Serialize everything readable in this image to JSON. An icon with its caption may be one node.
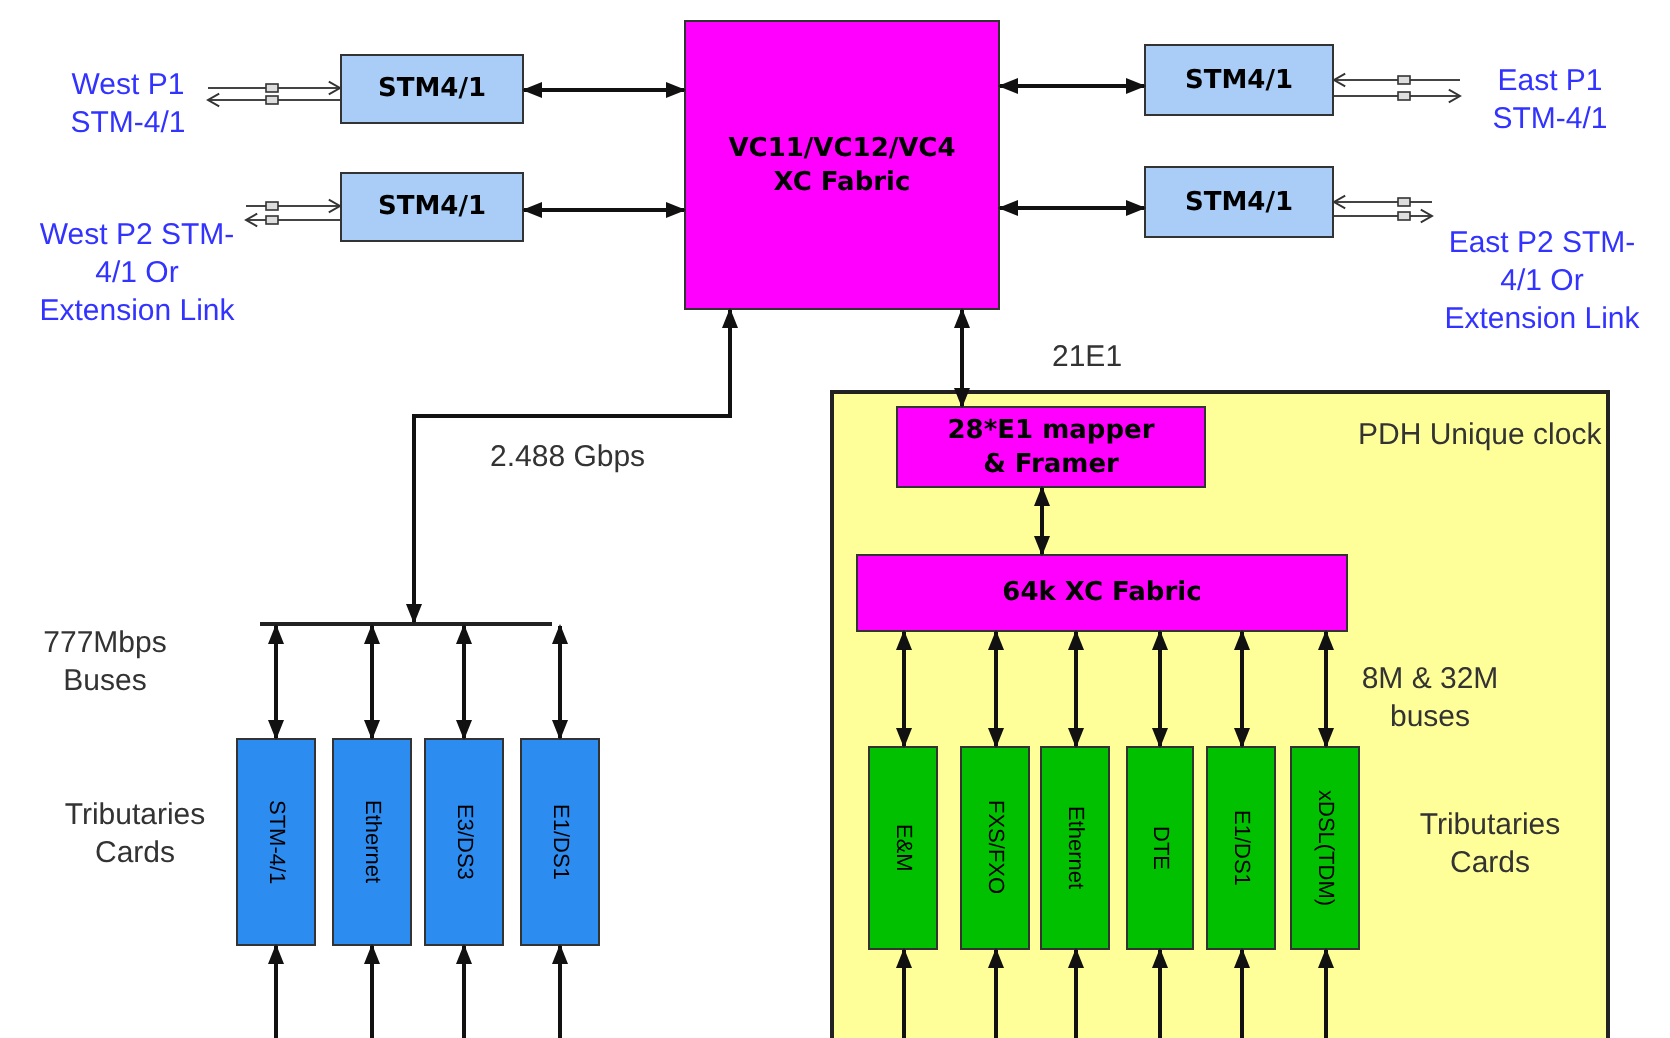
{
  "diagram": {
    "nodes": [
      {
        "text": [
          "West P1 STM-4/1"
        ]
      },
      {
        "text": [
          "West P2 STM-4/1 Or Extension Link"
        ]
      },
      {
        "text": [
          "STM4/1"
        ]
      },
      {
        "text": [
          "STM4/1"
        ]
      },
      {
        "text": [
          "VC11/VC12/VC4 XC Fabric"
        ]
      },
      {
        "text": [
          "STM4/1"
        ]
      },
      {
        "text": [
          "STM4/1"
        ]
      },
      {
        "text": [
          "East P1 STM-4/1"
        ]
      },
      {
        "text": [
          "East P2 STM-4/1 Or Extension Link"
        ]
      },
      {
        "text": [
          "PDH Unique clock"
        ]
      },
      {
        "text": [
          "28*E1 mapper & Framer"
        ],
        "in": 9
      },
      {
        "text": [
          "64k XC Fabric"
        ],
        "in": 9
      },
      {
        "text": [
          "E&M"
        ],
        "in": 9
      },
      {
        "text": [
          "FXS/FXO"
        ],
        "in": 9
      },
      {
        "text": [
          "Ethernet"
        ],
        "in": 9
      },
      {
        "text": [
          "DTE"
        ],
        "in": 9
      },
      {
        "text": [
          "E1/DS1"
        ],
        "in": 9
      },
      {
        "text": [
          "xDSL(TDM)"
        ],
        "in": 9
      },
      {
        "text": [
          "STM-4/1"
        ]
      },
      {
        "text": [
          "Ethernet"
        ]
      },
      {
        "text": [
          "E3/DS3"
        ]
      },
      {
        "text": [
          "E1/DS1"
        ]
      },
      {
        "text": [],
        "shape": "bar",
        "beside": [
          "777Mbps Buses"
        ]
      }
    ],
    "edges": [
      {
        "from": 0,
        "to": 2,
        "arrow": "to"
      },
      {
        "from": 2,
        "to": 0,
        "arrow": "to"
      },
      {
        "from": 1,
        "to": 3,
        "arrow": "to"
      },
      {
        "from": 3,
        "to": 1,
        "arrow": "to"
      },
      {
        "from": 2,
        "to": 4,
        "arrow": "both"
      },
      {
        "from": 3,
        "to": 4,
        "arrow": "both"
      },
      {
        "from": 4,
        "to": 5,
        "arrow": "both"
      },
      {
        "from": 4,
        "to": 6,
        "arrow": "both"
      },
      {
        "from": 7,
        "to": 5,
        "arrow": "to"
      },
      {
        "from": 5,
        "to": 7,
        "arrow": "to"
      },
      {
        "from": 8,
        "to": 6,
        "arrow": "to"
      },
      {
        "from": 6,
        "to": 8,
        "arrow": "to"
      },
      {
        "from": 4,
        "to": 22,
        "arrow": "both",
        "label": "2.488 Gbps"
      },
      {
        "from": 4,
        "to": 10,
        "arrow": "both",
        "label": "21E1"
      },
      {
        "from": 10,
        "to": 11,
        "arrow": "both"
      },
      {
        "from": 11,
        "to": 12,
        "arrow": "both"
      },
      {
        "from": 11,
        "to": 13,
        "arrow": "both"
      },
      {
        "from": 11,
        "to": 14,
        "arrow": "both"
      },
      {
        "from": 11,
        "to": 15,
        "arrow": "both"
      },
      {
        "from": 11,
        "to": 16,
        "arrow": "both"
      },
      {
        "from": 11,
        "to": 17,
        "arrow": "both"
      },
      {
        "from": 22,
        "to": 18,
        "arrow": "both"
      },
      {
        "from": 22,
        "to": 19,
        "arrow": "both"
      },
      {
        "from": 22,
        "to": 20,
        "arrow": "both"
      },
      {
        "from": 22,
        "to": 21,
        "arrow": "both"
      },
      {
        "from": 12,
        "to": null,
        "arrow": "both"
      },
      {
        "from": 13,
        "to": null,
        "arrow": "both"
      },
      {
        "from": 14,
        "to": null,
        "arrow": "both"
      },
      {
        "from": 15,
        "to": null,
        "arrow": "both"
      },
      {
        "from": 16,
        "to": null,
        "arrow": "both"
      },
      {
        "from": 17,
        "to": null,
        "arrow": "both"
      },
      {
        "from": 18,
        "to": null,
        "arrow": "both"
      },
      {
        "from": 19,
        "to": null,
        "arrow": "both"
      },
      {
        "from": 20,
        "to": null,
        "arrow": "both"
      },
      {
        "from": 21,
        "to": null,
        "arrow": "both"
      }
    ],
    "labels": [
      "8M & 32M buses",
      "Tributaries Cards",
      "Tributaries Cards"
    ]
  }
}
